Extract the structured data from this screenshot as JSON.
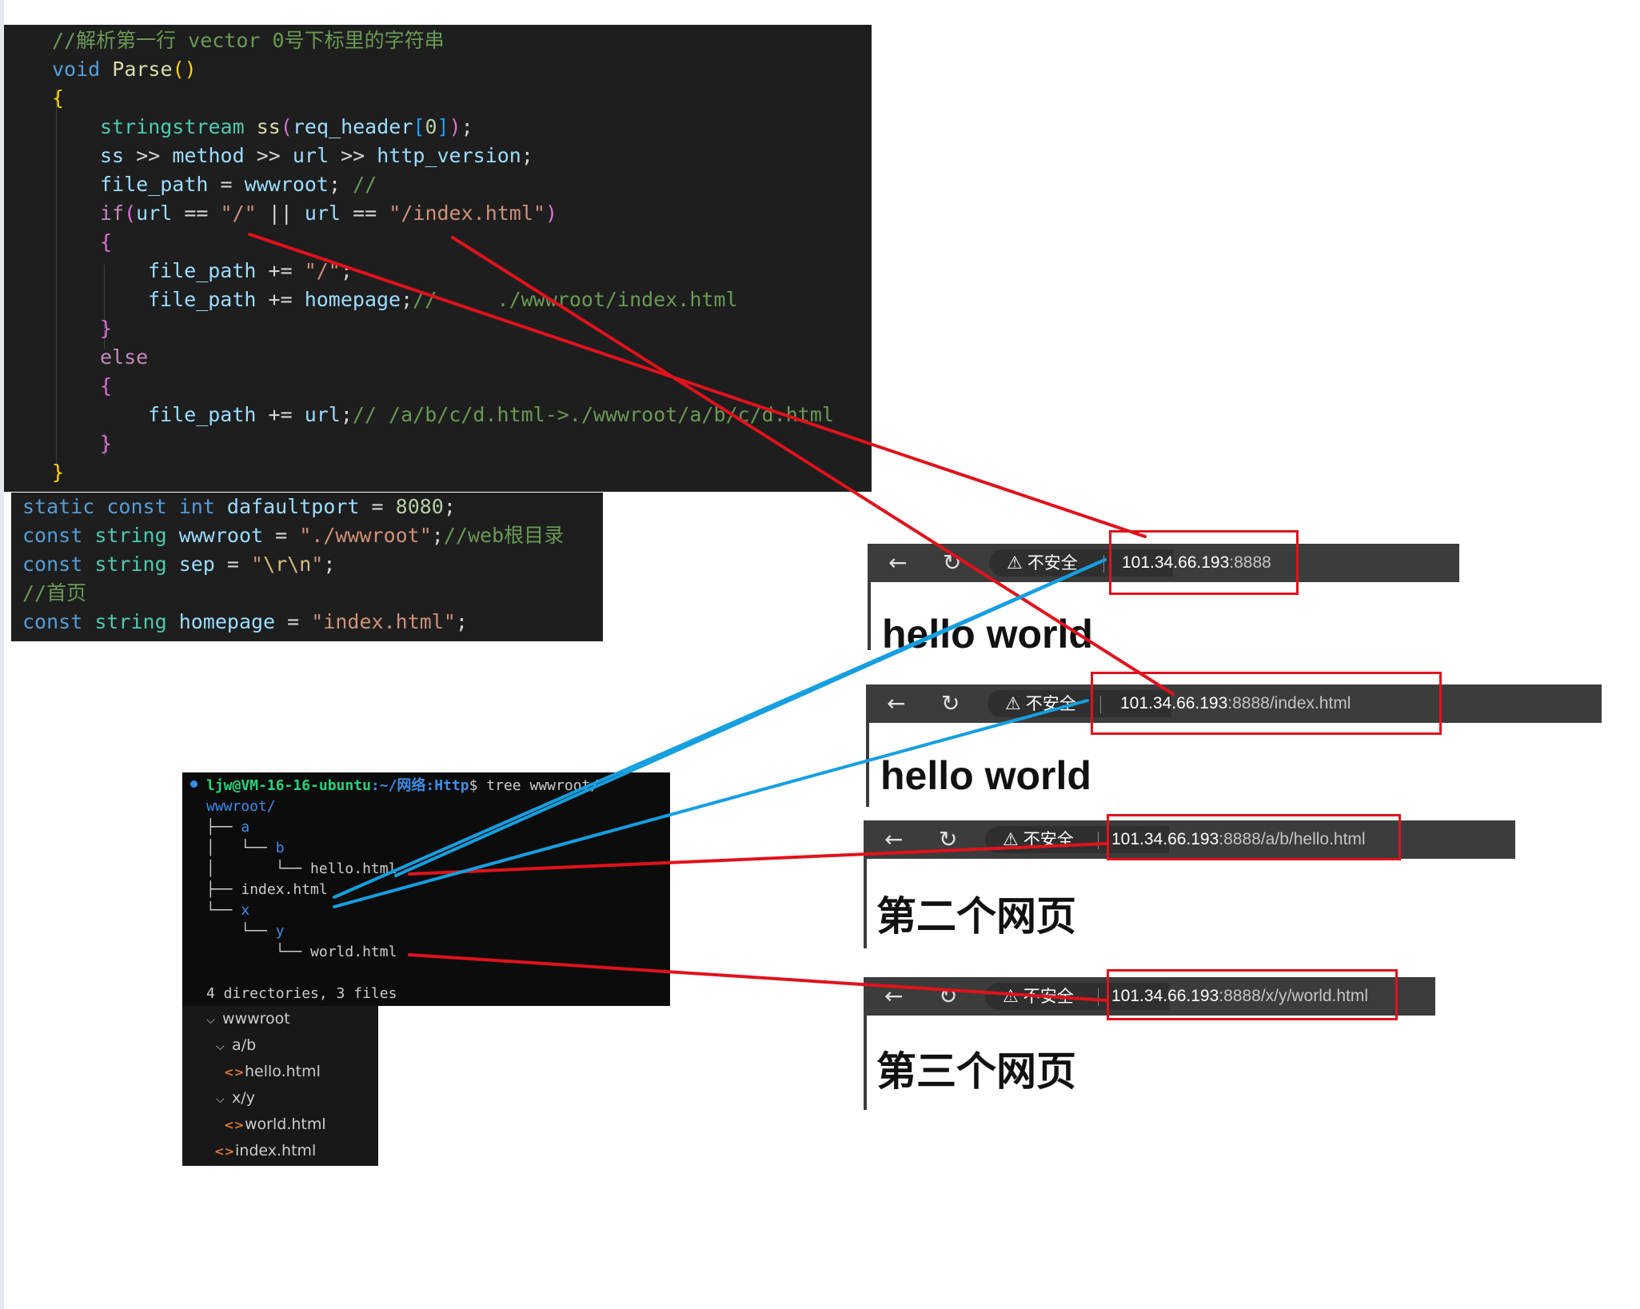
{
  "code": {
    "comment_parse": "//解析第一行 vector 0号下标里的字符串",
    "func_void": "void",
    "func_name": "Parse",
    "ss_type": "stringstream",
    "ss_var": "ss",
    "req_header": "req_header",
    "zero": "0",
    "ss_use": "ss",
    "method": "method",
    "url": "url",
    "http_version": "http_version",
    "file_path": "file_path",
    "wwwroot": "wwwroot",
    "comment_empty": "//",
    "if_kw": "if",
    "slash_str": "\"/\"",
    "index_str": "\"/index.html\"",
    "homepage": "homepage",
    "comment_index": "//     ./wwwroot/index.html",
    "else_kw": "else",
    "comment_path": "// /a/b/c/d.html->./wwwroot/a/b/c/d.html"
  },
  "consts": {
    "static_kw": "static",
    "const_kw": "const",
    "int_kw": "int",
    "string_ty": "string",
    "port_name": "dafaultport",
    "port_value": "8080",
    "wwwroot_name": "wwwroot",
    "wwwroot_value": "\"./wwwroot\"",
    "wwwroot_comment": "//web根目录",
    "sep_name": "sep",
    "sep_q1": "\"",
    "sep_esc": "\\r\\n",
    "sep_q2": "\"",
    "homepage_comment": "//首页",
    "homepage_name": "homepage",
    "homepage_value": "\"index.html\""
  },
  "terminal": {
    "user_host": "ljw@VM-16-16-ubuntu",
    "path": ":~/网络:Http",
    "command": "$ tree wwwroot/",
    "root": "wwwroot/",
    "dir_a": "a",
    "dir_b": "b",
    "file_hello": "hello.html",
    "file_index": "index.html",
    "dir_x": "x",
    "dir_y": "y",
    "file_world": "world.html",
    "summary": "4 directories, 3 files"
  },
  "explorer": {
    "root": "wwwroot",
    "ab_a": "a",
    "ab_b": "b",
    "hello": "hello.html",
    "xy_x": "x",
    "xy_y": "y",
    "world": "world.html",
    "index": "index.html",
    "sep": "/"
  },
  "browsers": [
    {
      "security": "不安全",
      "host": "101.34.66.193",
      "path": ":8888",
      "heading": "hello world"
    },
    {
      "security": "不安全",
      "host": "101.34.66.193",
      "path": ":8888/index.html",
      "heading": "hello world"
    },
    {
      "security": "不安全",
      "host": "101.34.66.193",
      "path": ":8888/a/b/hello.html",
      "heading": "第二个网页"
    },
    {
      "security": "不安全",
      "host": "101.34.66.193",
      "path": ":8888/x/y/world.html",
      "heading": "第三个网页"
    }
  ],
  "icons": {
    "back": "back-arrow-icon",
    "reload": "reload-icon",
    "warning": "warning-icon",
    "file": "html-file-icon",
    "chevron": "chevron-down-icon"
  },
  "colors": {
    "annotation_red": "#e0121c",
    "annotation_blue": "#159fe0",
    "editor_bg": "#1e1e1e",
    "browser_bar": "#3c3c3c"
  }
}
